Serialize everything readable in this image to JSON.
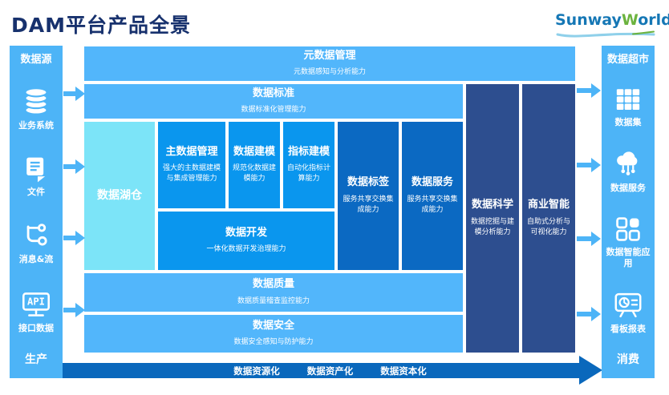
{
  "title": "DAM平台产品全景",
  "logo": {
    "part1": "Sunway",
    "part2": "W",
    "part3": "orld"
  },
  "palette": {
    "sidebar_blue": "#4db4f7",
    "row_blue": "#52b6fb",
    "bright_blue": "#0a96ee",
    "medium_blue": "#0b69c2",
    "navy": "#2d4e8f",
    "cyan": "#7ce4f8",
    "flow_arrow_blue": "#0a68bc",
    "title_navy": "#17316d",
    "logo_blue": "#1577b5",
    "logo_green": "#6cb33f"
  },
  "left_sidebar": {
    "header": "数据源",
    "items": [
      {
        "icon": "database-icon",
        "label": "业务系统"
      },
      {
        "icon": "file-icon",
        "label": "文件"
      },
      {
        "icon": "stream-icon",
        "label": "消息&流"
      },
      {
        "icon": "api-monitor-icon",
        "label": "接口数据"
      }
    ],
    "footer": "生产"
  },
  "right_sidebar": {
    "header": "数据超市",
    "items": [
      {
        "icon": "dataset-grid-icon",
        "label": "数据集"
      },
      {
        "icon": "cloud-service-icon",
        "label": "数据服务"
      },
      {
        "icon": "apps-icon",
        "label": "数据智能应用"
      },
      {
        "icon": "dashboard-report-icon",
        "label": "看板报表"
      }
    ],
    "footer": "消费"
  },
  "center": {
    "metadata_row": {
      "title": "元数据管理",
      "subtitle": "元数据感知与分析能力"
    },
    "standard_row": {
      "title": "数据标准",
      "subtitle": "数据标准化管理能力"
    },
    "lake": {
      "title": "数据湖仓"
    },
    "mdm": {
      "title": "主数据管理",
      "subtitle": "强大的主数据建模与集成管理能力"
    },
    "modeling": {
      "title": "数据建模",
      "subtitle": "规范化数据建模能力"
    },
    "metrics": {
      "title": "指标建模",
      "subtitle": "自动化指标计算能力"
    },
    "dev": {
      "title": "数据开发",
      "subtitle": "一体化数据开发治理能力"
    },
    "tags": {
      "title": "数据标签",
      "subtitle": "服务共享交换集成能力"
    },
    "services": {
      "title": "数据服务",
      "subtitle": "服务共享交换集成能力"
    },
    "science": {
      "title": "数据科学",
      "subtitle": "数据挖掘与建模分析能力"
    },
    "bi": {
      "title": "商业智能",
      "subtitle": "自助式分析与可视化能力"
    },
    "quality_row": {
      "title": "数据质量",
      "subtitle": "数据质量稽查监控能力"
    },
    "security_row": {
      "title": "数据安全",
      "subtitle": "数据安全感知与防护能力"
    }
  },
  "bottom_flow": {
    "labels": [
      "数据资源化",
      "数据资产化",
      "数据资本化"
    ]
  }
}
